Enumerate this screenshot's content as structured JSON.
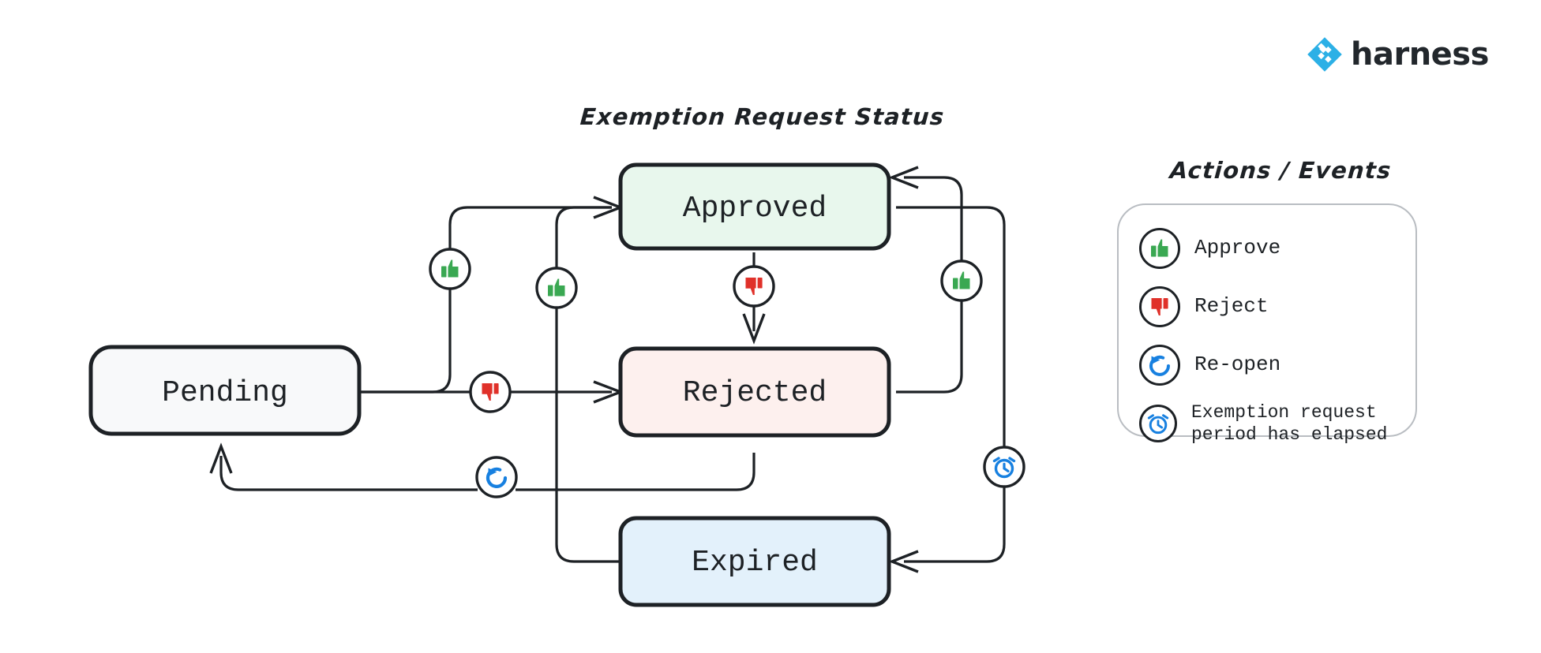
{
  "brand": {
    "name": "harness",
    "logo_icon": "harness-diamond-logo",
    "color": "#2cb0e6"
  },
  "diagram": {
    "title": "Exemption Request Status",
    "type": "state-machine",
    "nodes": [
      {
        "id": "pending",
        "label": "Pending",
        "fill": "#f8f9fa"
      },
      {
        "id": "approved",
        "label": "Approved",
        "fill": "#e8f7ed"
      },
      {
        "id": "rejected",
        "label": "Rejected",
        "fill": "#fdf0ee"
      },
      {
        "id": "expired",
        "label": "Expired",
        "fill": "#e3f1fb"
      }
    ],
    "transitions": [
      {
        "from": "pending",
        "to": "approved",
        "event": "approve",
        "icon": "thumbs-up-icon"
      },
      {
        "from": "pending",
        "to": "rejected",
        "event": "reject",
        "icon": "thumbs-down-icon"
      },
      {
        "from": "approved",
        "to": "rejected",
        "event": "reject",
        "icon": "thumbs-down-icon"
      },
      {
        "from": "rejected",
        "to": "approved",
        "event": "approve",
        "icon": "thumbs-up-icon"
      },
      {
        "from": "rejected",
        "to": "pending",
        "event": "re-open",
        "icon": "reopen-icon"
      },
      {
        "from": "expired",
        "to": "approved",
        "event": "approve",
        "icon": "thumbs-up-icon"
      },
      {
        "from": "approved",
        "to": "expired",
        "event": "exemption request period has elapsed",
        "icon": "alarm-clock-icon"
      }
    ]
  },
  "legend": {
    "title": "Actions / Events",
    "items": [
      {
        "icon": "thumbs-up-icon",
        "label": "Approve",
        "color": "#3aa852"
      },
      {
        "icon": "thumbs-down-icon",
        "label": "Reject",
        "color": "#e0312a"
      },
      {
        "icon": "reopen-icon",
        "label": "Re-open",
        "color": "#1780e0"
      },
      {
        "icon": "alarm-clock-icon",
        "label": "Exemption request\nperiod has elapsed",
        "color": "#1780e0"
      }
    ]
  }
}
